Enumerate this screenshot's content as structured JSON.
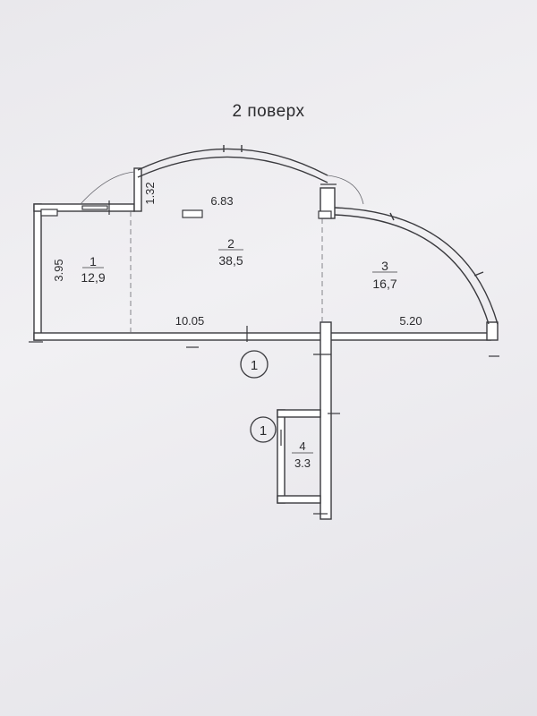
{
  "page": {
    "title": "2 поверх"
  },
  "rooms": [
    {
      "number": "1",
      "area": "12,9"
    },
    {
      "number": "2",
      "area": "38,5"
    },
    {
      "number": "3",
      "area": "16,7"
    },
    {
      "number": "4",
      "area": "3.3"
    }
  ],
  "dimensions": {
    "d_395": "3.95",
    "d_132": "1.32",
    "d_683": "6.83",
    "d_1005": "10.05",
    "d_520": "5.20"
  },
  "markers": {
    "section_main": "1",
    "section_small": "1"
  },
  "colors": {
    "line": "#3a3a3e",
    "wall_fill": "#ffffff",
    "text": "#2c2c2f"
  }
}
